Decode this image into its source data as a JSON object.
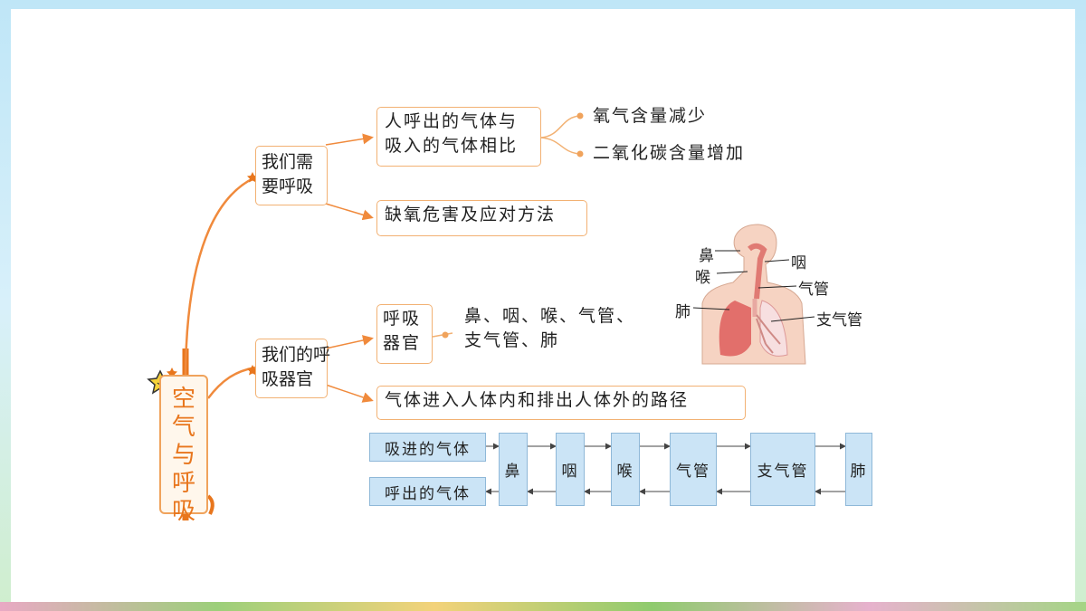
{
  "root": {
    "chars": [
      "空",
      "气",
      "与",
      "呼",
      "吸"
    ]
  },
  "branch1": {
    "label": "我们需\n要呼吸",
    "child1": {
      "label": "人呼出的气体与\n吸入的气体相比",
      "leaves": [
        "氧气含量减少",
        "二氧化碳含量增加"
      ]
    },
    "child2": {
      "label": "缺氧危害及应对方法"
    }
  },
  "branch2": {
    "label": "我们的呼\n吸器官",
    "child1": {
      "label": "呼吸\n器官",
      "detail": "鼻、咽、喉、气管、\n支气管、肺"
    },
    "child2": {
      "label": "气体进入人体内和排出人体外的路径"
    }
  },
  "anatomy_labels": {
    "nose": "鼻",
    "pharynx": "咽",
    "larynx": "喉",
    "trachea": "气管",
    "lung": "肺",
    "bronchi": "支气管"
  },
  "flow": {
    "inhaled": "吸进的气体",
    "exhaled": "呼出的气体",
    "organs": [
      "鼻",
      "咽",
      "喉",
      "气管",
      "支气管",
      "肺"
    ]
  },
  "colors": {
    "accent": "#f0a35c",
    "line": "#f08a3c",
    "flow_box": "#cbe4f6"
  }
}
